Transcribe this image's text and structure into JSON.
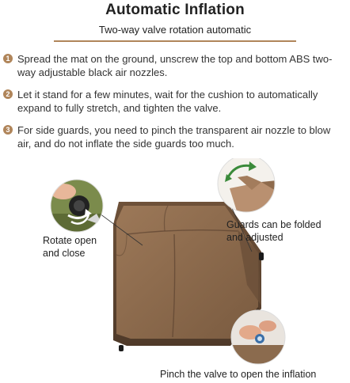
{
  "header": {
    "title": "Automatic Inflation",
    "subtitle": "Two-way valve rotation automatic"
  },
  "steps": [
    {
      "num": "1",
      "text": "Spread the mat on the ground, unscrew the top and bottom ABS two-way adjustable black air nozzles."
    },
    {
      "num": "2",
      "text": "Let it stand for a few minutes, wait for the cushion to automatically expand to fully stretch, and tighten the valve."
    },
    {
      "num": "3",
      "text": "For side guards, you need to pinch the transparent air nozzle to blow air, and do not inflate the side guards too much."
    }
  ],
  "captions": {
    "rotate": [
      "Rotate open",
      "and close"
    ],
    "guards": [
      "Guards can be folded",
      "and adjusted"
    ],
    "pinch": "Pinch the valve to open the inflation"
  },
  "colors": {
    "accent": "#b0855a",
    "mat": "#8c6a4c",
    "mat_dark": "#5e4532",
    "arrow": "#3a8a3a"
  }
}
